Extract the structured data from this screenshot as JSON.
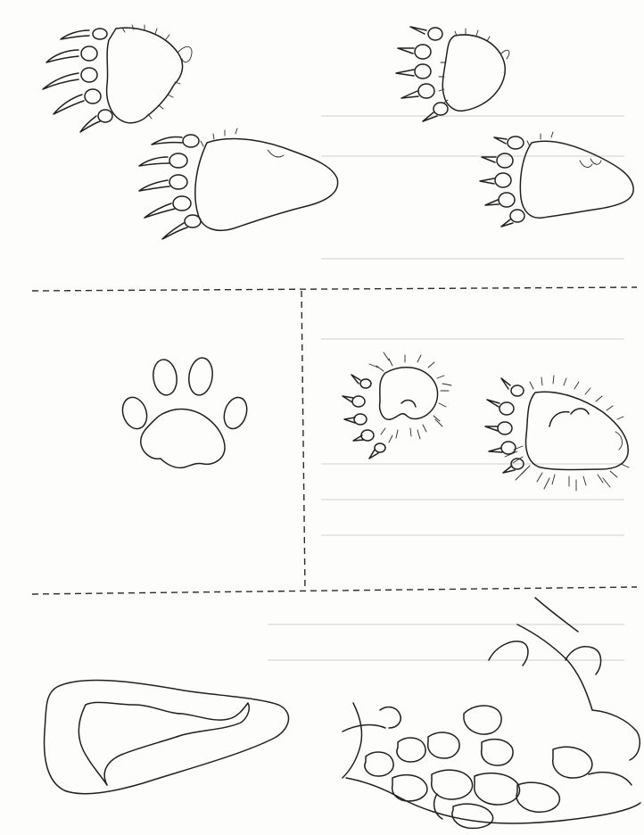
{
  "page": {
    "background": "#fdfdfc",
    "ink_color": "#202020"
  },
  "sections": [
    {
      "name": "top-panel",
      "figures": [
        "hind-foot-pair-small",
        "hind-foot-pair-large"
      ]
    },
    {
      "name": "middle-panel",
      "figures": [
        "cat-type-print",
        "hairy-feet-pair"
      ]
    },
    {
      "name": "bottom-panel",
      "figures": [
        "footprint-outline",
        "foot-skeleton"
      ]
    }
  ]
}
